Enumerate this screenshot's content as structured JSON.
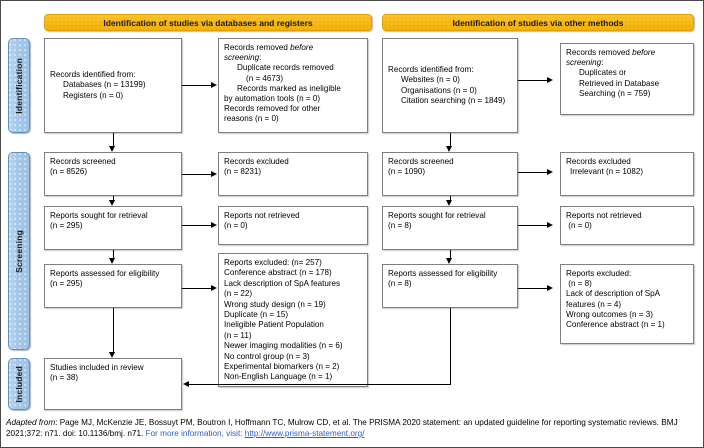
{
  "figure": {
    "type": "prisma-2020-flow-diagram",
    "title": "PRISMA 2020 flow diagram"
  },
  "phases": [
    {
      "id": "identification",
      "label": "Identification"
    },
    {
      "id": "screening",
      "label": "Screening"
    },
    {
      "id": "included",
      "label": "Included"
    }
  ],
  "headers": {
    "databases": "Identification of studies via databases and registers",
    "other": "Identification of studies via other methods"
  },
  "databases_column": {
    "identified": {
      "line1": "Records identified from:",
      "line2": "Databases (n = 13199)",
      "line3": "Registers (n = 0)"
    },
    "removed_before_screening": {
      "line1": "Records removed ",
      "line1_italic": "before",
      "line2_italic": "screening",
      "line2_suffix": ":",
      "line3": "Duplicate records removed",
      "line4": "(n = 4673)",
      "line5": "Records marked as ineligible",
      "line6": "by automation tools (n = 0)",
      "line7": "Records removed for other",
      "line8": "reasons (n = 0)"
    },
    "screened": {
      "line1": "Records screened",
      "line2": "(n = 8526)"
    },
    "records_excluded": {
      "line1": "Records excluded",
      "line2": "(n = 8231)"
    },
    "sought": {
      "line1": "Reports sought for retrieval",
      "line2": "(n = 295)"
    },
    "not_retrieved": {
      "line1": "Reports not retrieved",
      "line2": "(n = 0)"
    },
    "assessed": {
      "line1": "Reports assessed for eligibility",
      "line2": "(n = 295)"
    },
    "reports_excluded": {
      "line1": "Reports excluded: (n= 257)",
      "line2": "Conference abstract (n = 178)",
      "line3": "Lack description of SpA features",
      "line4": "(n = 22)",
      "line5": "Wrong study design (n = 19)",
      "line6": "Duplicate (n = 15)",
      "line7": "Ineligible Patient Population",
      "line8": "(n = 11)",
      "line9": "Newer imaging modalities (n = 6)",
      "line10": "No control group (n = 3)",
      "line11": "Experimental biomarkers (n = 2)",
      "line12": "Non-English Language (n = 1)"
    },
    "included": {
      "line1": "Studies included in review",
      "line2": "(n = 38)"
    }
  },
  "other_methods_column": {
    "identified": {
      "line1": "Records identified from:",
      "line2": "Websites (n = 0)",
      "line3": "Organisations (n = 0)",
      "line4": "Citation searching (n = 1849)"
    },
    "removed_before_screening": {
      "line1": "Records removed ",
      "line1_italic": "before",
      "line2_italic": "screening",
      "line2_suffix": ":",
      "line3": "Duplicates or",
      "line4": "Retrieved in Database",
      "line5": "Searching (n = 759)"
    },
    "screened": {
      "line1": "Records screened",
      "line2": "(n = 1090)"
    },
    "records_excluded": {
      "line1": "Records excluded",
      "line2": "Irrelevant (n = 1082)"
    },
    "sought": {
      "line1": "Reports sought for retrieval",
      "line2": "(n = 8)"
    },
    "not_retrieved": {
      "line1": "Reports not retrieved",
      "line2": " (n = 0)"
    },
    "assessed": {
      "line1": "Reports assessed for eligibility",
      "line2": "(n = 8)"
    },
    "reports_excluded": {
      "line1": "Reports excluded:",
      "line2": " (n = 8)",
      "line3": "Lack of description of SpA",
      "line4": "features (n = 4)",
      "line5": "Wrong outcomes (n = 3)",
      "line6": "Conference abstract (n = 1)"
    }
  },
  "footer": {
    "adapted_label": "Adapted from",
    "citation_part1": ":  Page MJ, McKenzie JE, Bossuyt PM, Boutron I, Hoffmann TC, Mulrow CD, et al. The PRISMA 2020 statement: an updated guideline for reporting systematic reviews. BMJ 2021;372: n71. doi: 10.1136/bmj. n71. ",
    "more_info": "For more information, visit: ",
    "url": "http://www.prisma-statement.org/"
  },
  "colors": {
    "header_orange": "#F5B50F",
    "phase_blue": "#9CC2E5",
    "box_border": "#7F7F7F",
    "link_blue": "#2F5FC0",
    "connector": "#000000"
  }
}
